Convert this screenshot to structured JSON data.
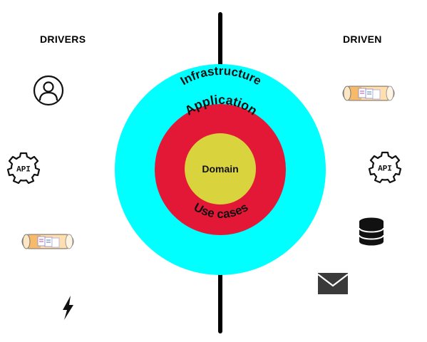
{
  "headings": {
    "drivers": "DRIVERS",
    "driven": "DRIVEN"
  },
  "layers": {
    "outer": "Infrastructure",
    "middle_top": "Application",
    "middle_bottom": "Use cases",
    "core": "Domain"
  },
  "api_badge": "API",
  "colors": {
    "infrastructure": "#00ffff",
    "application": "#e31837",
    "domain": "#d9d33e",
    "divider": "#000000",
    "queue_fill": "#f7b96a",
    "icon_dark": "#111111",
    "mail_dark": "#3a3a3a"
  },
  "drivers": {
    "items": [
      {
        "icon": "user-icon"
      },
      {
        "icon": "api-gear-icon"
      },
      {
        "icon": "message-queue-icon"
      },
      {
        "icon": "lightning-icon"
      }
    ]
  },
  "driven": {
    "items": [
      {
        "icon": "message-queue-icon"
      },
      {
        "icon": "api-gear-icon"
      },
      {
        "icon": "database-icon"
      },
      {
        "icon": "mail-icon"
      }
    ]
  }
}
